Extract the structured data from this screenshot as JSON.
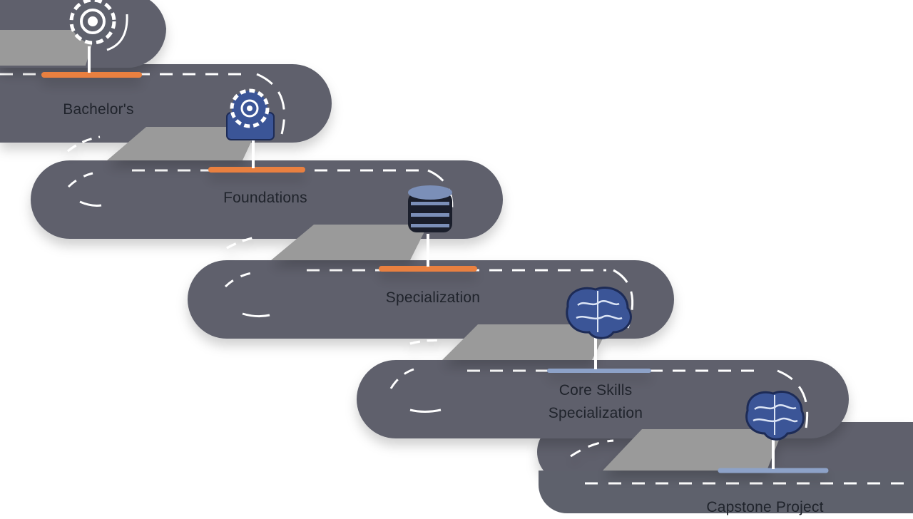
{
  "stages": [
    {
      "label": "Bachelor's",
      "icon": "gear-icon"
    },
    {
      "label": "Foundations",
      "icon": "gear-badge-icon"
    },
    {
      "label": "Specialization",
      "icon": "database-icon"
    },
    {
      "label": "Core Skills Specialization",
      "icon": "brain-icon"
    },
    {
      "label": "Capstone Project",
      "icon": "brain-icon"
    }
  ],
  "colors": {
    "road": "#5e616c",
    "road_dark": "#4b4e58",
    "panel": "#9a9a9a",
    "marking": "#ffffff",
    "marker_orange": "#e9803f",
    "marker_blue": "#8da2c8",
    "icon_navy": "#1d2b56",
    "icon_blue": "#3b5597",
    "label": "#1f232b"
  }
}
